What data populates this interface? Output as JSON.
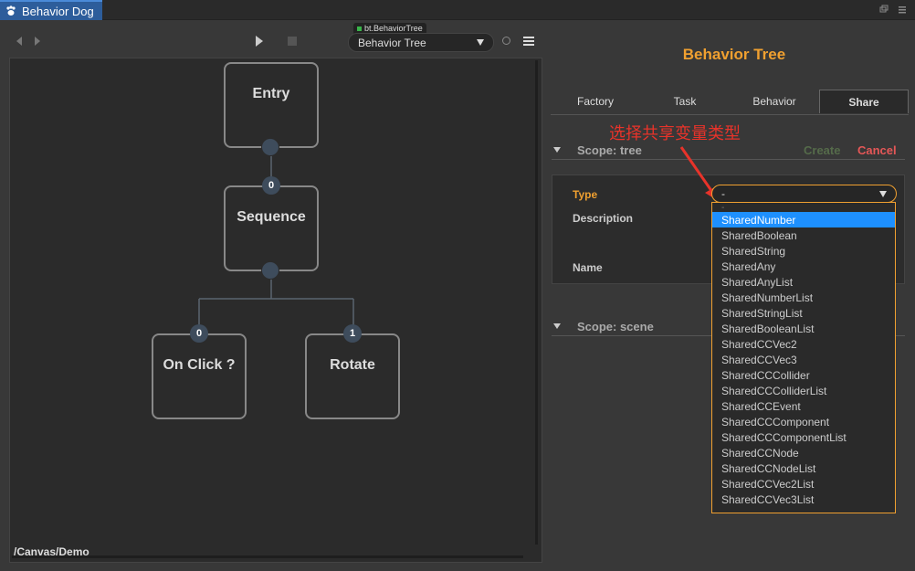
{
  "window": {
    "tab_label": "Behavior Dog"
  },
  "toolbar": {
    "tree_tag": "bt.BehaviorTree",
    "tree_select_value": "Behavior Tree"
  },
  "canvas": {
    "path": "/Canvas/Demo",
    "nodes": [
      {
        "label": "Entry"
      },
      {
        "label": "Sequence",
        "index": "0"
      },
      {
        "label": "On Click ?",
        "index": "0"
      },
      {
        "label": "Rotate",
        "index": "1"
      }
    ]
  },
  "panel": {
    "title": "Behavior Tree",
    "tabs": [
      {
        "label": "Factory"
      },
      {
        "label": "Task"
      },
      {
        "label": "Behavior"
      },
      {
        "label": "Share"
      }
    ],
    "annotation": "选择共享变量类型",
    "scope_tree": "Scope: tree",
    "scope_scene": "Scope: scene",
    "create_label": "Create",
    "cancel_label": "Cancel",
    "form": {
      "type_label": "Type",
      "description_label": "Description",
      "name_label": "Name",
      "type_value": "-"
    },
    "type_options": [
      "-",
      "SharedNumber",
      "SharedBoolean",
      "SharedString",
      "SharedAny",
      "SharedAnyList",
      "SharedNumberList",
      "SharedStringList",
      "SharedBooleanList",
      "SharedCCVec2",
      "SharedCCVec3",
      "SharedCCCollider",
      "SharedCCColliderList",
      "SharedCCEvent",
      "SharedCCComponent",
      "SharedCCComponentList",
      "SharedCCNode",
      "SharedCCNodeList",
      "SharedCCVec2List",
      "SharedCCVec3List"
    ],
    "highlighted_option": "SharedNumber"
  }
}
